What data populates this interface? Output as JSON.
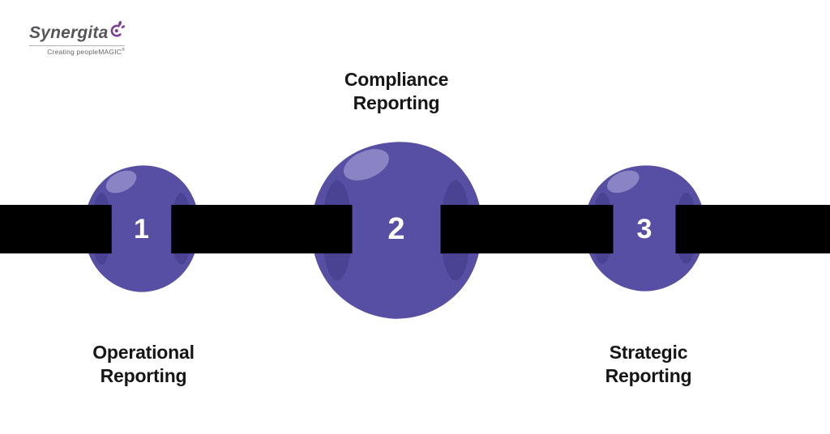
{
  "page": {
    "background_color": "#ffffff"
  },
  "logo": {
    "brand": "Synergita",
    "tagline": "Creating peopleMAGIC",
    "tagline_mark": "®",
    "brand_color": "#55565a",
    "icon_color": "#7c3f98"
  },
  "diagram": {
    "type": "horizontal-bead-timeline",
    "bar_color": "#000000",
    "bead_color": "#574fa3",
    "bead_hole_color": "#4a4292",
    "bead_highlight_color": "#8a84c4",
    "number_color": "#ffffff",
    "label_color": "#161616",
    "steps": [
      {
        "number": "1",
        "label": "Operational Reporting",
        "label_position": "below"
      },
      {
        "number": "2",
        "label": "Compliance Reporting",
        "label_position": "above"
      },
      {
        "number": "3",
        "label": "Strategic Reporting",
        "label_position": "below"
      }
    ]
  }
}
